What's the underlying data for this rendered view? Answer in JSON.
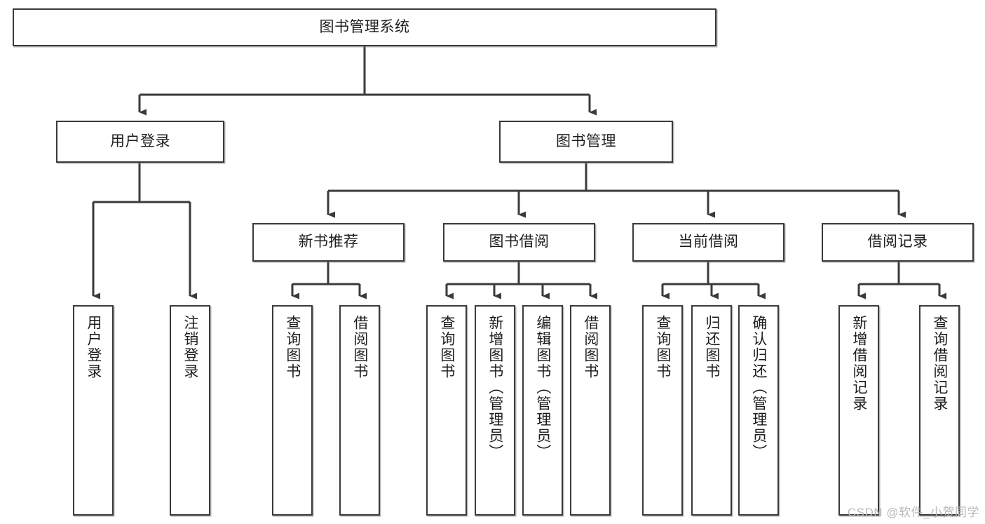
{
  "diagram": {
    "title": "图书管理系统",
    "watermark": "CSDN @软件_小贺同学",
    "line_color": "#3a3a3a",
    "box_fill": "#ffffff",
    "text_color": "#1d1d1d",
    "levels": {
      "root": {
        "label": "图书管理系统"
      },
      "level2": [
        {
          "label": "用户登录"
        },
        {
          "label": "图书管理"
        }
      ],
      "level3": [
        {
          "label": "新书推荐"
        },
        {
          "label": "图书借阅"
        },
        {
          "label": "当前借阅"
        },
        {
          "label": "借阅记录"
        }
      ],
      "leaves": {
        "user_login": [
          {
            "label": "用户登录"
          },
          {
            "label": "注销登录"
          }
        ],
        "new_book_recommend": [
          {
            "label": "查询图书"
          },
          {
            "label": "借阅图书"
          }
        ],
        "book_borrow": [
          {
            "label": "查询图书"
          },
          {
            "label": "新增图书（管理员）"
          },
          {
            "label": "编辑图书（管理员）"
          },
          {
            "label": "借阅图书"
          }
        ],
        "current_borrow": [
          {
            "label": "查询图书"
          },
          {
            "label": "归还图书"
          },
          {
            "label": "确认归还（管理员）"
          }
        ],
        "borrow_record": [
          {
            "label": "新增借阅记录"
          },
          {
            "label": "查询借阅记录"
          }
        ]
      }
    }
  }
}
